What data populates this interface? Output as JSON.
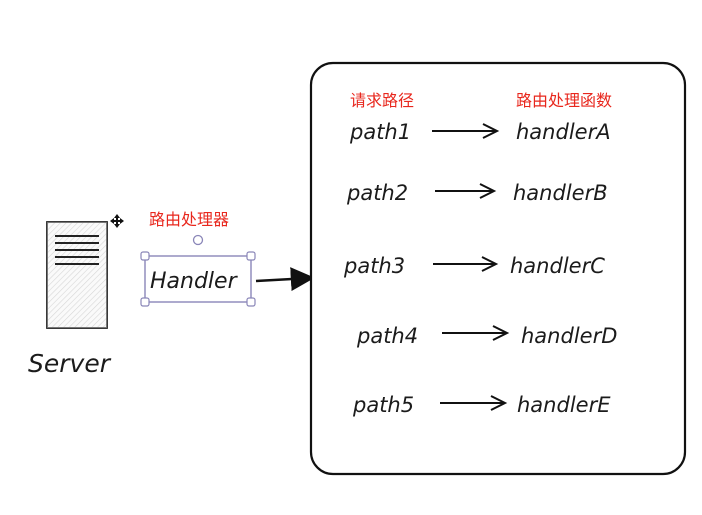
{
  "server": {
    "label": "Server",
    "icon": "server-icon"
  },
  "handler": {
    "caption": "路由处理器",
    "label": "Handler"
  },
  "routing_table": {
    "path_header": "请求路径",
    "handler_header": "路由处理函数",
    "rows": [
      {
        "path": "path1",
        "handler": "handlerA"
      },
      {
        "path": "path2",
        "handler": "handlerB"
      },
      {
        "path": "path3",
        "handler": "handlerC"
      },
      {
        "path": "path4",
        "handler": "handlerD"
      },
      {
        "path": "path5",
        "handler": "handlerE"
      }
    ]
  },
  "colors": {
    "annotation": "#e8271d",
    "ink": "#1b1b1b",
    "selection": "#8a86b8"
  }
}
